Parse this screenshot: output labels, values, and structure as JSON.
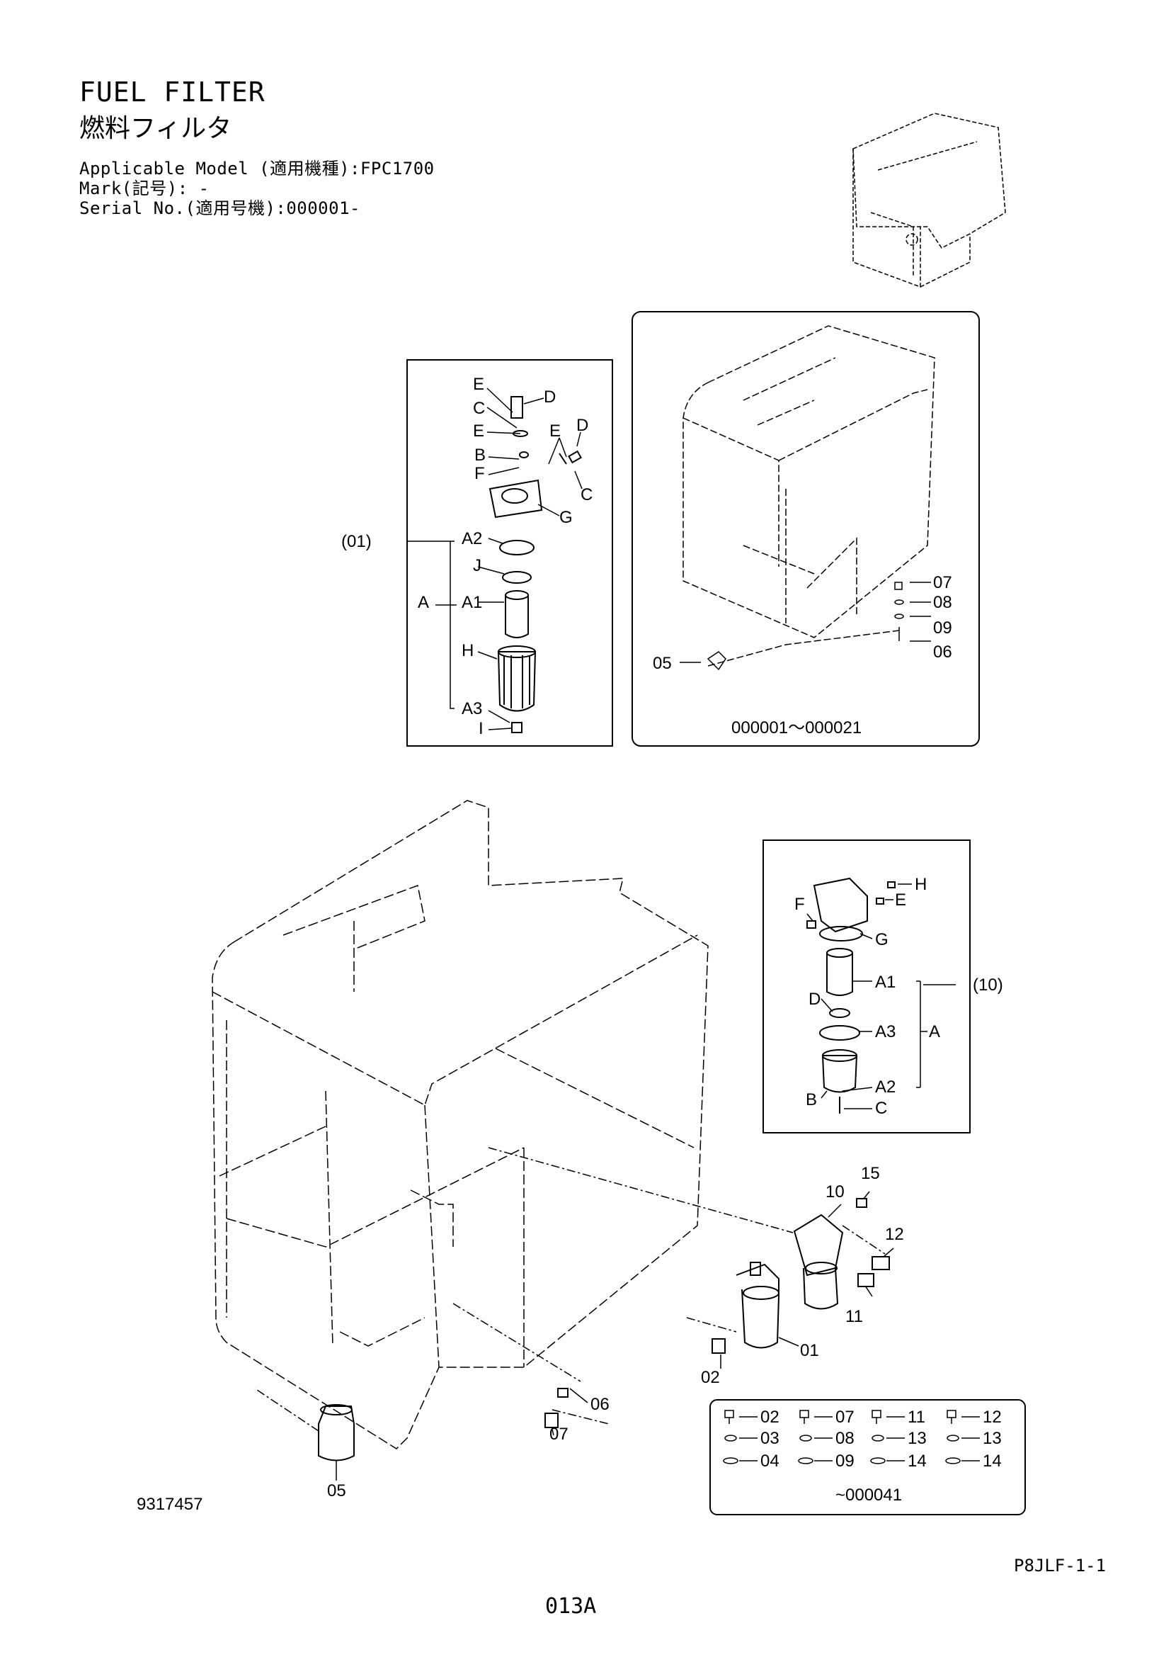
{
  "header": {
    "title": "FUEL FILTER",
    "subtitle": "燃料フィルタ",
    "applicable_model": "Applicable Model (適用機種):FPC1700",
    "mark": "Mark(記号): -",
    "serial": "Serial No.(適用号機):000001-"
  },
  "detail_01": {
    "label": "(01)",
    "assembly": "A",
    "parts": [
      "E",
      "D",
      "C",
      "E",
      "E",
      "D",
      "B",
      "F",
      "C",
      "G",
      "A2",
      "J",
      "A1",
      "H",
      "A3",
      "I"
    ]
  },
  "detail_frame_top": {
    "parts": [
      "07",
      "08",
      "09",
      "06",
      "05"
    ],
    "serial_range": "000001～000021"
  },
  "detail_10": {
    "label": "(10)",
    "assembly": "A",
    "parts": [
      "H",
      "E",
      "F",
      "G",
      "A1",
      "D",
      "A3",
      "B",
      "A2",
      "C"
    ]
  },
  "main_view": {
    "parts": [
      "15",
      "10",
      "12",
      "11",
      "01",
      "02",
      "06",
      "07",
      "05"
    ]
  },
  "legend": {
    "columns": [
      [
        "02",
        "03",
        "04"
      ],
      [
        "07",
        "08",
        "09"
      ],
      [
        "11",
        "13",
        "14"
      ],
      [
        "12",
        "13",
        "14"
      ]
    ],
    "serial_range": "~000041"
  },
  "footer": {
    "drawing_no": "9317457",
    "doc_code": "P8JLF-1-1",
    "page": "013A"
  }
}
